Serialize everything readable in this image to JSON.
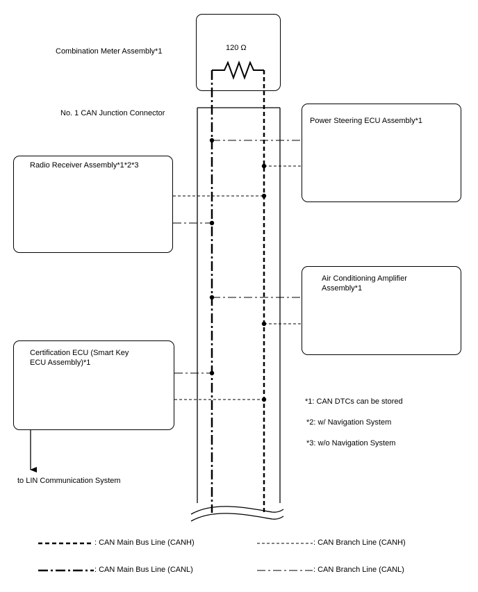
{
  "resistor": {
    "value": "120 Ω"
  },
  "junction_label": "No. 1 CAN Junction Connector",
  "ecus": {
    "combination_meter": "Combination Meter Assembly*1",
    "power_steering": "Power Steering ECU Assembly*1",
    "radio_receiver": "Radio Receiver Assembly*1*2*3",
    "air_conditioning": {
      "line1": "Air Conditioning Amplifier",
      "line2": "Assembly*1"
    },
    "certification": {
      "line1": "Certification ECU (Smart Key",
      "line2": "ECU Assembly)*1"
    }
  },
  "lin_label": "to LIN Communication System",
  "notes": [
    "*1: CAN DTCs can be stored",
    "*2: w/ Navigation System",
    "*3: w/o Navigation System"
  ],
  "legend": {
    "main_canh": ": CAN Main Bus Line (CANH)",
    "main_canl": ": CAN Main Bus Line (CANL)",
    "branch_canh": ": CAN Branch Line (CANH)",
    "branch_canl": ": CAN Branch Line (CANL)"
  }
}
